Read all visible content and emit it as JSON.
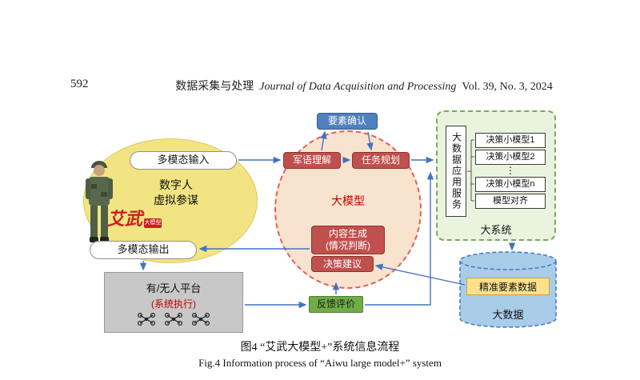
{
  "header": {
    "page_number": "592",
    "journal_cn": "数据采集与处理",
    "journal_en": "Journal of Data Acquisition and Processing",
    "issue": "Vol. 39, No. 3, 2024"
  },
  "diagram": {
    "persona": {
      "input": "多模态输入",
      "line1": "数字人",
      "line2": "虚拟参谋",
      "logo": "艾武",
      "badge": "大模型",
      "output": "多模态输出"
    },
    "top": {
      "confirm": "要素确认",
      "language": "军语理解",
      "planning": "任务规划"
    },
    "model": {
      "title": "大模型",
      "gen1": "内容生成",
      "gen2": "(情况判断)",
      "advice": "决策建议"
    },
    "system": {
      "service": "大数据应用服务",
      "m1": "决策小模型1",
      "m2": "决策小模型2",
      "dots": "⋮",
      "mn": "决策小模型n",
      "align": "模型对齐",
      "label": "大系统"
    },
    "data": {
      "box": "精准要素数据",
      "label": "大数据"
    },
    "feedback": "反馈评价",
    "platform": {
      "title": "有/无人平台",
      "exec": "(系统执行)"
    }
  },
  "caption": {
    "cn": "图4  “艾武大模型+”系统信息流程",
    "en": "Fig.4  Information process of “Aiwu large model+” system"
  },
  "colors": {
    "arrow": "#4472c4",
    "red_box": "#c0504d",
    "blue_box": "#4f81bd",
    "green_box": "#71ad47",
    "accent_red": "#c00000"
  }
}
